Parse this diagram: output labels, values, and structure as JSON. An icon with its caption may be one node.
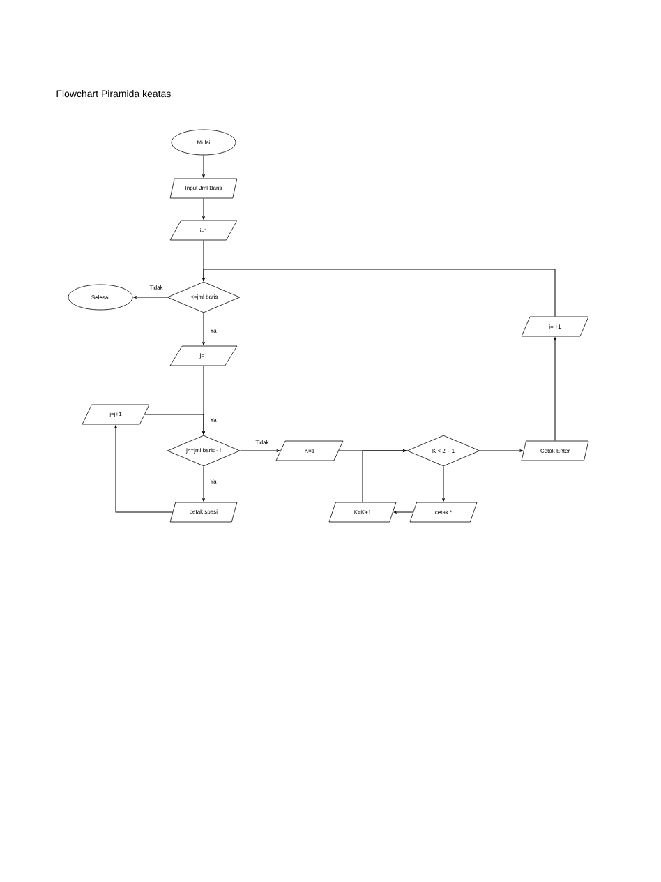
{
  "diagram": {
    "title": "Flowchart Piramida keatas",
    "nodes": [
      {
        "text": [
          "Mulai"
        ]
      },
      {
        "text": [
          "Input Jml Baris"
        ]
      },
      {
        "text": [
          "i=1"
        ]
      },
      {
        "text": [
          "Selesai"
        ]
      },
      {
        "text": [
          "i<=jml baris"
        ]
      },
      {
        "text": [
          "i=i+1"
        ]
      },
      {
        "text": [
          "j=1"
        ]
      },
      {
        "text": [
          "j=j+1"
        ]
      },
      {
        "text": [
          "j<=jml baris - i"
        ]
      },
      {
        "text": [
          "K=1"
        ]
      },
      {
        "text": [
          "K < 2i - 1"
        ]
      },
      {
        "text": [
          "Cetak Enter"
        ]
      },
      {
        "text": [
          "cetak spasi"
        ]
      },
      {
        "text": [
          "K=K+1"
        ]
      },
      {
        "text": [
          "cetak *"
        ]
      }
    ],
    "edges": [
      {
        "from": 0,
        "to": 1,
        "arrow": "to"
      },
      {
        "from": 1,
        "to": 2,
        "arrow": "to"
      },
      {
        "from": 2,
        "to": 4,
        "arrow": "to"
      },
      {
        "from": 4,
        "to": 3,
        "arrow": "to",
        "label": "Tidak"
      },
      {
        "from": 4,
        "to": 6,
        "arrow": "to",
        "label": "Ya"
      },
      {
        "from": 6,
        "to": 8,
        "arrow": "to"
      },
      {
        "from": 7,
        "to": 8,
        "arrow": "to",
        "label": "Ya"
      },
      {
        "from": 8,
        "to": 12,
        "arrow": "to",
        "label": "Ya"
      },
      {
        "from": 12,
        "to": 7,
        "arrow": "to"
      },
      {
        "from": 8,
        "to": 9,
        "arrow": "to",
        "label": "Tidak"
      },
      {
        "from": 9,
        "to": 10,
        "arrow": "to"
      },
      {
        "from": 10,
        "to": 14,
        "arrow": "to"
      },
      {
        "from": 14,
        "to": 13,
        "arrow": "to"
      },
      {
        "from": 13,
        "to": 10,
        "arrow": "to"
      },
      {
        "from": 10,
        "to": 11,
        "arrow": "to"
      },
      {
        "from": 11,
        "to": 5,
        "arrow": "to"
      },
      {
        "from": 5,
        "to": 4,
        "arrow": "to"
      }
    ]
  }
}
